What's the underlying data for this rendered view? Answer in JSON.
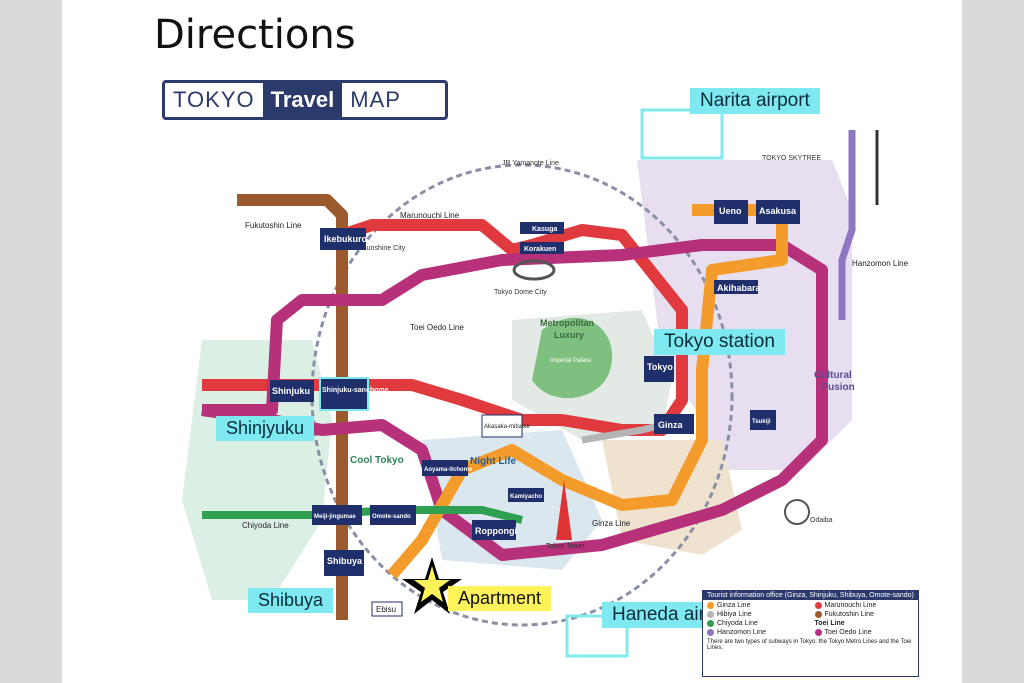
{
  "slide": {
    "title": "Directions",
    "logo": {
      "part1": "TOKYO",
      "part2": "Travel",
      "part3": "MAP"
    }
  },
  "callouts": {
    "narita": "Narita airport",
    "tokyo_station": "Tokyo station",
    "shinjyuku": "Shinjyuku",
    "shibuya": "Shibuya",
    "apartment": "Apartment",
    "haneda": "Haneda airport"
  },
  "map": {
    "lines": {
      "marunouchi": "Marunouchi Line",
      "toei_oedo": "Toei Oedo Line",
      "fukutoshin": "Fukutoshin Line",
      "chiyoda": "Chiyoda Line",
      "ginza": "Ginza Line",
      "hanzomon": "Hanzomon Line",
      "jr_yamanote": "JR Yamanote Line"
    },
    "stations": {
      "ikebukuro": "Ikebukuro",
      "ueno": "Ueno",
      "asakusa": "Asakusa",
      "akihabara": "Akihabara",
      "tokyo": "Tokyo",
      "ginza": "Ginza",
      "shinjuku": "Shinjuku",
      "shinjuku_sanchome": "Shinjuku-sanchome",
      "shibuya": "Shibuya",
      "roppongi": "Roppongi",
      "kasuga": "Kasuga",
      "korakuen": "Korakuen",
      "akasaka_mitsuke": "Akasaka-mitsuke",
      "tsukiji": "Tsukiji",
      "omotesando": "Omote-sando",
      "meiji_jingumae": "Meiji-jingumae",
      "ebisu": "Ebisu",
      "kamiyacho": "Kamiyacho",
      "aoyama_itchome": "Aoyama-itchome"
    },
    "areas": {
      "metropolitan": "Metropolitan",
      "luxury": "Luxury",
      "cool_tokyo": "Cool Tokyo",
      "night_life": "Night Life",
      "cultural": "Cultural",
      "fusion": "Fusion",
      "imperial_palace": "Imperial Palace"
    },
    "landmarks": {
      "tokyo_dome": "Tokyo Dome City",
      "sunshine": "Sunshine City",
      "tokyo_tower": "Tokyo Tower",
      "skytree": "TOKYO SKYTREE",
      "odaiba": "Odaiba"
    }
  },
  "legend": {
    "header": "Tourist information office (Ginza, Shinjuku, Shibuya, Omote-sando)",
    "toei_header": "Toei Line",
    "items": [
      "Ginza Line",
      "Hibiya Line",
      "Chiyoda Line",
      "Hanzomon Line",
      "Marunouchi Line",
      "Fukutoshin Line",
      "Toei Oedo Line"
    ],
    "note": "There are two types of subways in Tokyo: the Tokyo Metro Lines and the Toei Lines."
  },
  "colors": {
    "marunouchi": "#e03a3e",
    "toei_oedo": "#b6307a",
    "ginza": "#f39b2b",
    "fukutoshin": "#9b5a2d",
    "chiyoda": "#2f9f52",
    "hanzomon": "#8f76c2",
    "callout": "#7fe9f2",
    "apartment": "#fff35c"
  }
}
